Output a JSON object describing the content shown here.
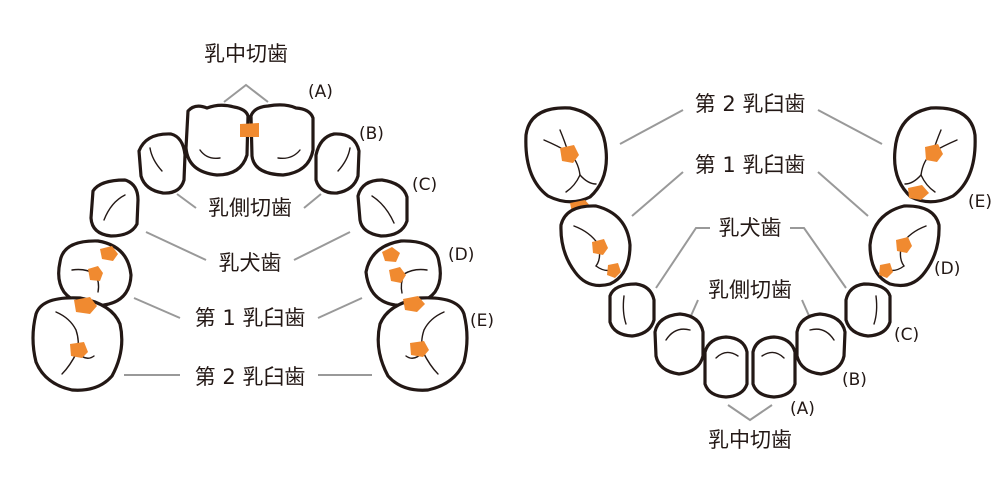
{
  "colors": {
    "caries": "#f08a30",
    "outline": "#231815",
    "leader": "#999999"
  },
  "upper": {
    "labels": {
      "central_incisor": "乳中切歯",
      "lateral_incisor": "乳側切歯",
      "canine": "乳犬歯",
      "first_molar": "第 1 乳臼歯",
      "second_molar": "第 2 乳臼歯"
    },
    "letters": {
      "a": "(A)",
      "b": "(B)",
      "c": "(C)",
      "d": "(D)",
      "e": "(E)"
    }
  },
  "lower": {
    "labels": {
      "second_molar": "第 2 乳臼歯",
      "first_molar": "第 1 乳臼歯",
      "canine": "乳犬歯",
      "lateral_incisor": "乳側切歯",
      "central_incisor": "乳中切歯"
    },
    "letters": {
      "a": "(A)",
      "b": "(B)",
      "c": "(C)",
      "d": "(D)",
      "e": "(E)"
    }
  }
}
